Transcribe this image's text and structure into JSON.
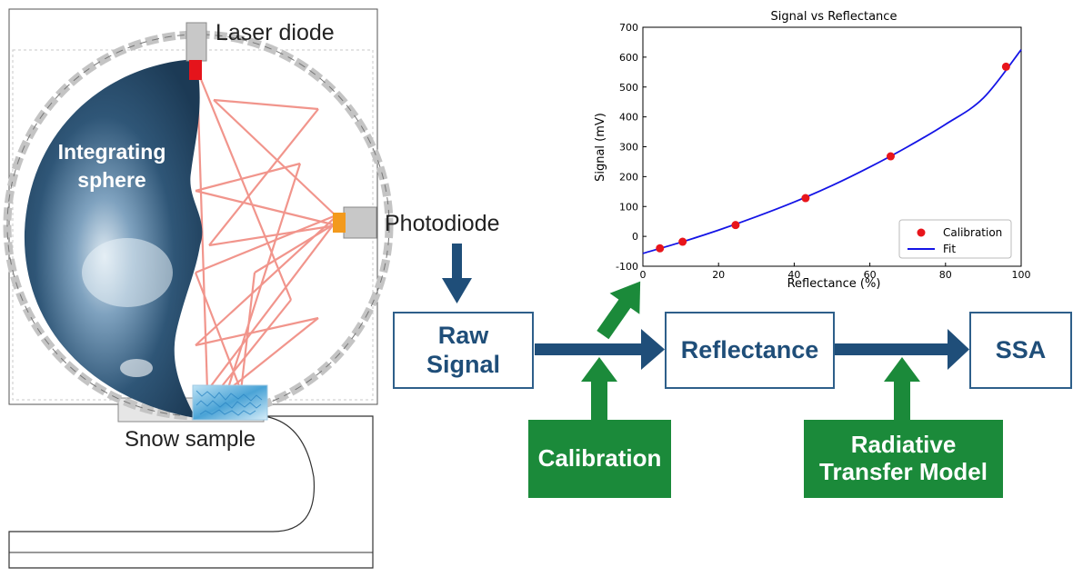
{
  "apparatus": {
    "laser_label": "Laser diode",
    "sphere_label_line1": "Integrating",
    "sphere_label_line2": "sphere",
    "photodiode_label": "Photodiode",
    "sample_label": "Snow sample"
  },
  "flow": {
    "raw_signal_line1": "Raw",
    "raw_signal_line2": "Signal",
    "reflectance": "Reflectance",
    "ssa": "SSA",
    "calibration": "Calibration",
    "rtm_line1": "Radiative",
    "rtm_line2": "Transfer Model"
  },
  "colors": {
    "flow_arrow": "#1f4e79",
    "green": "#1b8a3a",
    "sphere": "#2f5677",
    "laser_beam": "#f08a80",
    "calibration_points": "#e8151b",
    "fit_line": "#1414e6"
  },
  "chart_data": {
    "type": "scatter",
    "title": "Signal vs Reflectance",
    "xlabel": "Reflectance (%)",
    "ylabel": "Signal (mV)",
    "xlim": [
      0,
      100
    ],
    "ylim": [
      -100,
      700
    ],
    "xticks": [
      0,
      20,
      40,
      60,
      80,
      100
    ],
    "yticks": [
      -100,
      0,
      100,
      200,
      300,
      400,
      500,
      600,
      700
    ],
    "legend_position": "lower-right",
    "grid": false,
    "series": [
      {
        "name": "Calibration",
        "kind": "points",
        "x": [
          4.5,
          10.5,
          24.5,
          43,
          65.5,
          96
        ],
        "y": [
          -40,
          -18,
          38,
          128,
          268,
          568
        ]
      },
      {
        "name": "Fit",
        "kind": "line",
        "x": [
          0,
          10,
          20,
          30,
          40,
          50,
          60,
          70,
          80,
          90,
          100
        ],
        "y": [
          -57,
          -20,
          21,
          66,
          115,
          170,
          232,
          300,
          375,
          463,
          625
        ]
      }
    ]
  }
}
